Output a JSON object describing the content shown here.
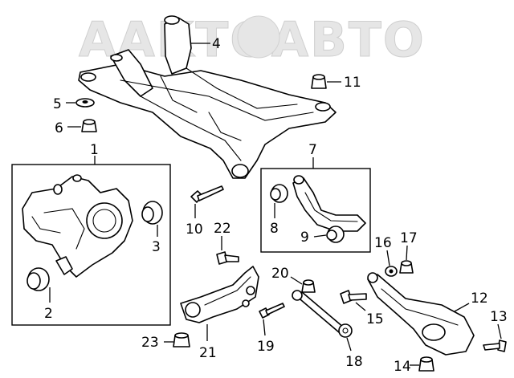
{
  "watermark": {
    "text": "AAKTOABTO"
  },
  "callouts": {
    "c1": "1",
    "c2": "2",
    "c3": "3",
    "c4": "4",
    "c5": "5",
    "c6": "6",
    "c7": "7",
    "c8": "8",
    "c9": "9",
    "c10": "10",
    "c11": "11",
    "c12": "12",
    "c13": "13",
    "c14": "14",
    "c15": "15",
    "c16": "16",
    "c17": "17",
    "c18": "18",
    "c19": "19",
    "c20": "20",
    "c21": "21",
    "c22": "22",
    "c23": "23"
  },
  "colors": {
    "line": "#000000",
    "background": "#ffffff",
    "watermark": "#e6e6e6"
  }
}
